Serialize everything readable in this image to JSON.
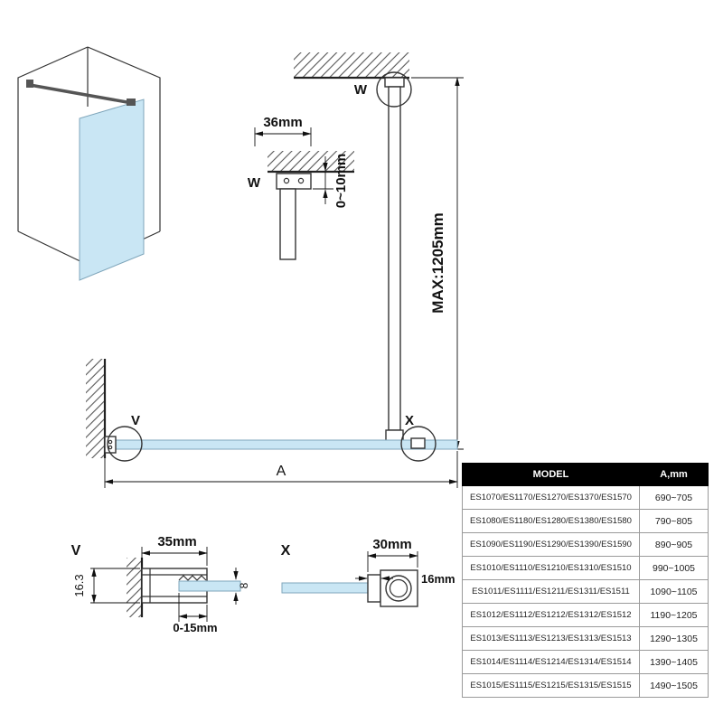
{
  "colors": {
    "glass": "#c9e6f4",
    "line": "#333333",
    "table_header_bg": "#000000",
    "table_header_text": "#ffffff",
    "table_border": "#9a9a9a"
  },
  "detail_w": {
    "label": "W",
    "dim_width": "36mm",
    "dim_gap": "0~10mm"
  },
  "support_bar": {
    "label_w": "W",
    "dim_max": "MAX:1205mm"
  },
  "plan_view": {
    "label_v": "V",
    "label_x": "X",
    "dim_a": "A"
  },
  "detail_v": {
    "label": "V",
    "dim_width": "35mm",
    "dim_height": "16.3",
    "dim_glass": "8",
    "dim_adjust": "0-15mm"
  },
  "detail_x": {
    "label": "X",
    "dim_width": "30mm",
    "dim_depth": "16mm"
  },
  "table": {
    "headers": [
      "MODEL",
      "A,mm"
    ],
    "rows": [
      {
        "model": "ES1070/ES1170/ES1270/ES1370/ES1570",
        "a": "690~705"
      },
      {
        "model": "ES1080/ES1180/ES1280/ES1380/ES1580",
        "a": "790~805"
      },
      {
        "model": "ES1090/ES1190/ES1290/ES1390/ES1590",
        "a": "890~905"
      },
      {
        "model": "ES1010/ES1110/ES1210/ES1310/ES1510",
        "a": "990~1005"
      },
      {
        "model": "ES1011/ES1111/ES1211/ES1311/ES1511",
        "a": "1090~1105"
      },
      {
        "model": "ES1012/ES1112/ES1212/ES1312/ES1512",
        "a": "1190~1205"
      },
      {
        "model": "ES1013/ES1113/ES1213/ES1313/ES1513",
        "a": "1290~1305"
      },
      {
        "model": "ES1014/ES1114/ES1214/ES1314/ES1514",
        "a": "1390~1405"
      },
      {
        "model": "ES1015/ES1115/ES1215/ES1315/ES1515",
        "a": "1490~1505"
      }
    ]
  }
}
